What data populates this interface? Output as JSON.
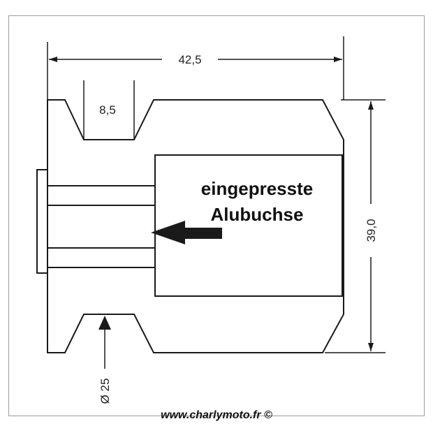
{
  "dimensions": {
    "overall_width": "42,5",
    "groove_width": "8,5",
    "overall_height": "39,0",
    "diameter": "Ø 25"
  },
  "label": {
    "line1": "eingepresste",
    "line2": "Alubuchse"
  },
  "credit": "www.charlymoto.fr ©"
}
